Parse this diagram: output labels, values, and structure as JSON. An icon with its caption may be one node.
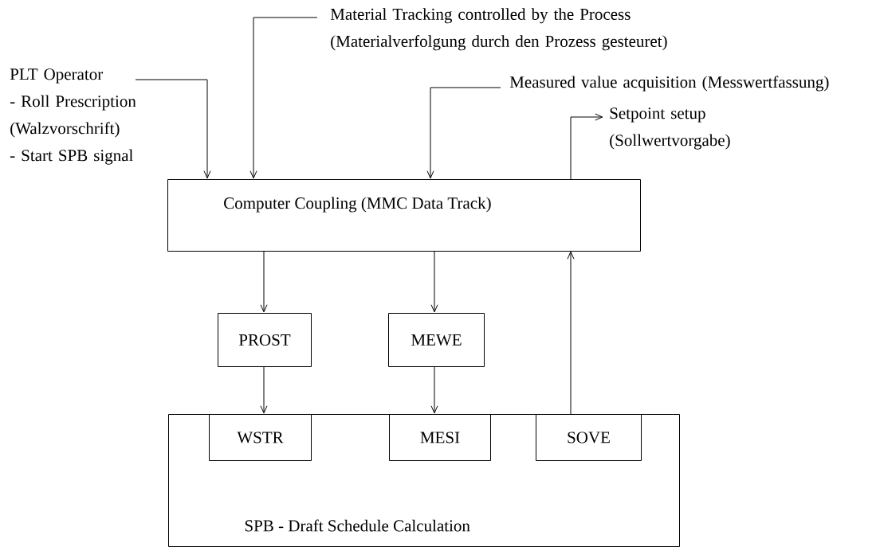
{
  "diagram": {
    "nodes": [
      {
        "text": [
          "PLT Operator",
          "- Roll Prescription (Walzvorschrift)",
          "- Start SPB signal"
        ]
      },
      {
        "text": [
          "Material Tracking controlled by the Process",
          "(Materialverfolgung durch den Prozess gesteuret)"
        ]
      },
      {
        "text": [
          "Measured value acquisition (Messwertfassung)"
        ]
      },
      {
        "text": [
          "Setpoint setup",
          "(Sollwertvorgabe)"
        ]
      },
      {
        "text": [
          "Computer Coupling (MMC Data Track)"
        ]
      },
      {
        "text": [
          "PROST"
        ]
      },
      {
        "text": [
          "MEWE"
        ]
      },
      {
        "text": [
          "SPB - Draft Schedule Calculation"
        ]
      },
      {
        "text": [
          "WSTR"
        ],
        "in": 7
      },
      {
        "text": [
          "MESI"
        ],
        "in": 7
      },
      {
        "text": [
          "SOVE"
        ],
        "in": 7
      }
    ],
    "edges": [
      {
        "from": 0,
        "to": 4,
        "arrow": "to"
      },
      {
        "from": 1,
        "to": 4,
        "arrow": "to"
      },
      {
        "from": 2,
        "to": 4,
        "arrow": "to"
      },
      {
        "from": 4,
        "to": 3,
        "arrow": "to"
      },
      {
        "from": 4,
        "to": 5,
        "arrow": "to"
      },
      {
        "from": 4,
        "to": 6,
        "arrow": "to"
      },
      {
        "from": 5,
        "to": 8,
        "arrow": "to"
      },
      {
        "from": 6,
        "to": 9,
        "arrow": "to"
      },
      {
        "from": 10,
        "to": 4,
        "arrow": "to"
      }
    ]
  }
}
